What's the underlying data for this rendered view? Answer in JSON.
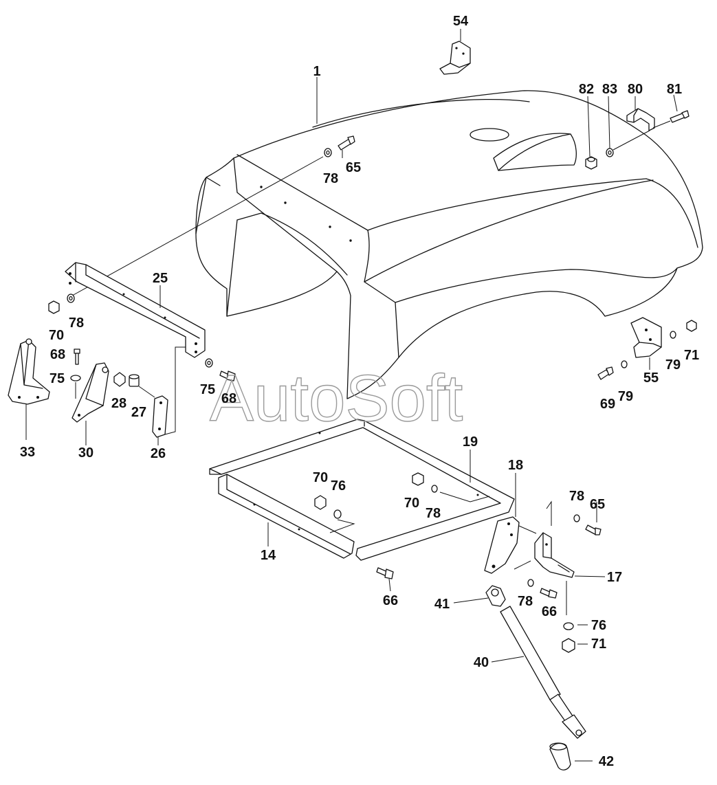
{
  "watermark": "AutoSoft",
  "callouts": [
    {
      "id": "c54",
      "text": "54"
    },
    {
      "id": "c1",
      "text": "1"
    },
    {
      "id": "c82",
      "text": "82"
    },
    {
      "id": "c83",
      "text": "83"
    },
    {
      "id": "c80",
      "text": "80"
    },
    {
      "id": "c81",
      "text": "81"
    },
    {
      "id": "c78a",
      "text": "78"
    },
    {
      "id": "c65a",
      "text": "65"
    },
    {
      "id": "c25",
      "text": "25"
    },
    {
      "id": "c70a",
      "text": "70"
    },
    {
      "id": "c78b",
      "text": "78"
    },
    {
      "id": "c68a",
      "text": "68"
    },
    {
      "id": "c75a",
      "text": "75"
    },
    {
      "id": "c28",
      "text": "28"
    },
    {
      "id": "c27",
      "text": "27"
    },
    {
      "id": "c33",
      "text": "33"
    },
    {
      "id": "c30",
      "text": "30"
    },
    {
      "id": "c26",
      "text": "26"
    },
    {
      "id": "c75b",
      "text": "75"
    },
    {
      "id": "c68b",
      "text": "68"
    },
    {
      "id": "c79a",
      "text": "79"
    },
    {
      "id": "c71a",
      "text": "71"
    },
    {
      "id": "c55",
      "text": "55"
    },
    {
      "id": "c69",
      "text": "69"
    },
    {
      "id": "c79b",
      "text": "79"
    },
    {
      "id": "c19",
      "text": "19"
    },
    {
      "id": "c18",
      "text": "18"
    },
    {
      "id": "c70b",
      "text": "70"
    },
    {
      "id": "c76a",
      "text": "76"
    },
    {
      "id": "c70c",
      "text": "70"
    },
    {
      "id": "c78c",
      "text": "78"
    },
    {
      "id": "c78d",
      "text": "78"
    },
    {
      "id": "c65b",
      "text": "65"
    },
    {
      "id": "c14",
      "text": "14"
    },
    {
      "id": "c17",
      "text": "17"
    },
    {
      "id": "c66a",
      "text": "66"
    },
    {
      "id": "c41",
      "text": "41"
    },
    {
      "id": "c78e",
      "text": "78"
    },
    {
      "id": "c66b",
      "text": "66"
    },
    {
      "id": "c76b",
      "text": "76"
    },
    {
      "id": "c71b",
      "text": "71"
    },
    {
      "id": "c40",
      "text": "40"
    },
    {
      "id": "c42",
      "text": "42"
    }
  ]
}
